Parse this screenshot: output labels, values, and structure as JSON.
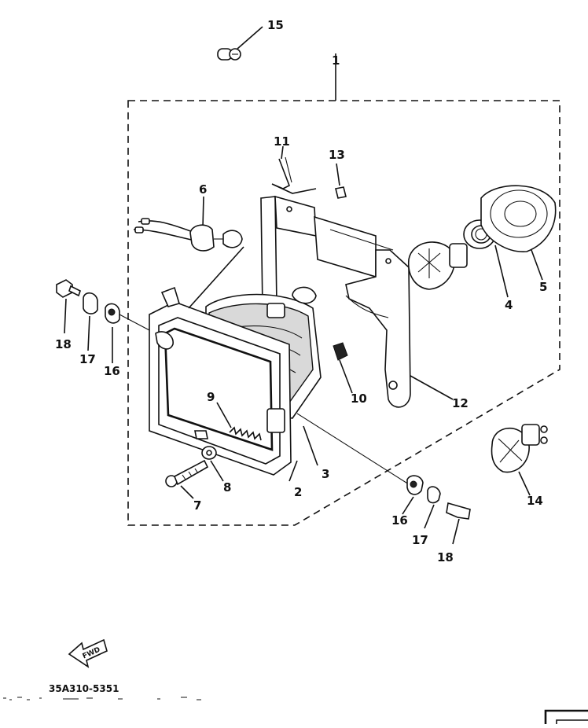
{
  "diagram": {
    "callouts": {
      "c1": "1",
      "c2": "2",
      "c3": "3",
      "c4": "4",
      "c5": "5",
      "c6": "6",
      "c7": "7",
      "c8": "8",
      "c9": "9",
      "c10": "10",
      "c11": "11",
      "c12": "12",
      "c13": "13",
      "c14": "14",
      "c15": "15",
      "c16a": "16",
      "c17a": "17",
      "c18a": "18",
      "c16b": "16",
      "c17b": "17",
      "c18b": "18"
    },
    "fwd_arrow_label": "FWD",
    "part_code": "35A310-5351"
  }
}
